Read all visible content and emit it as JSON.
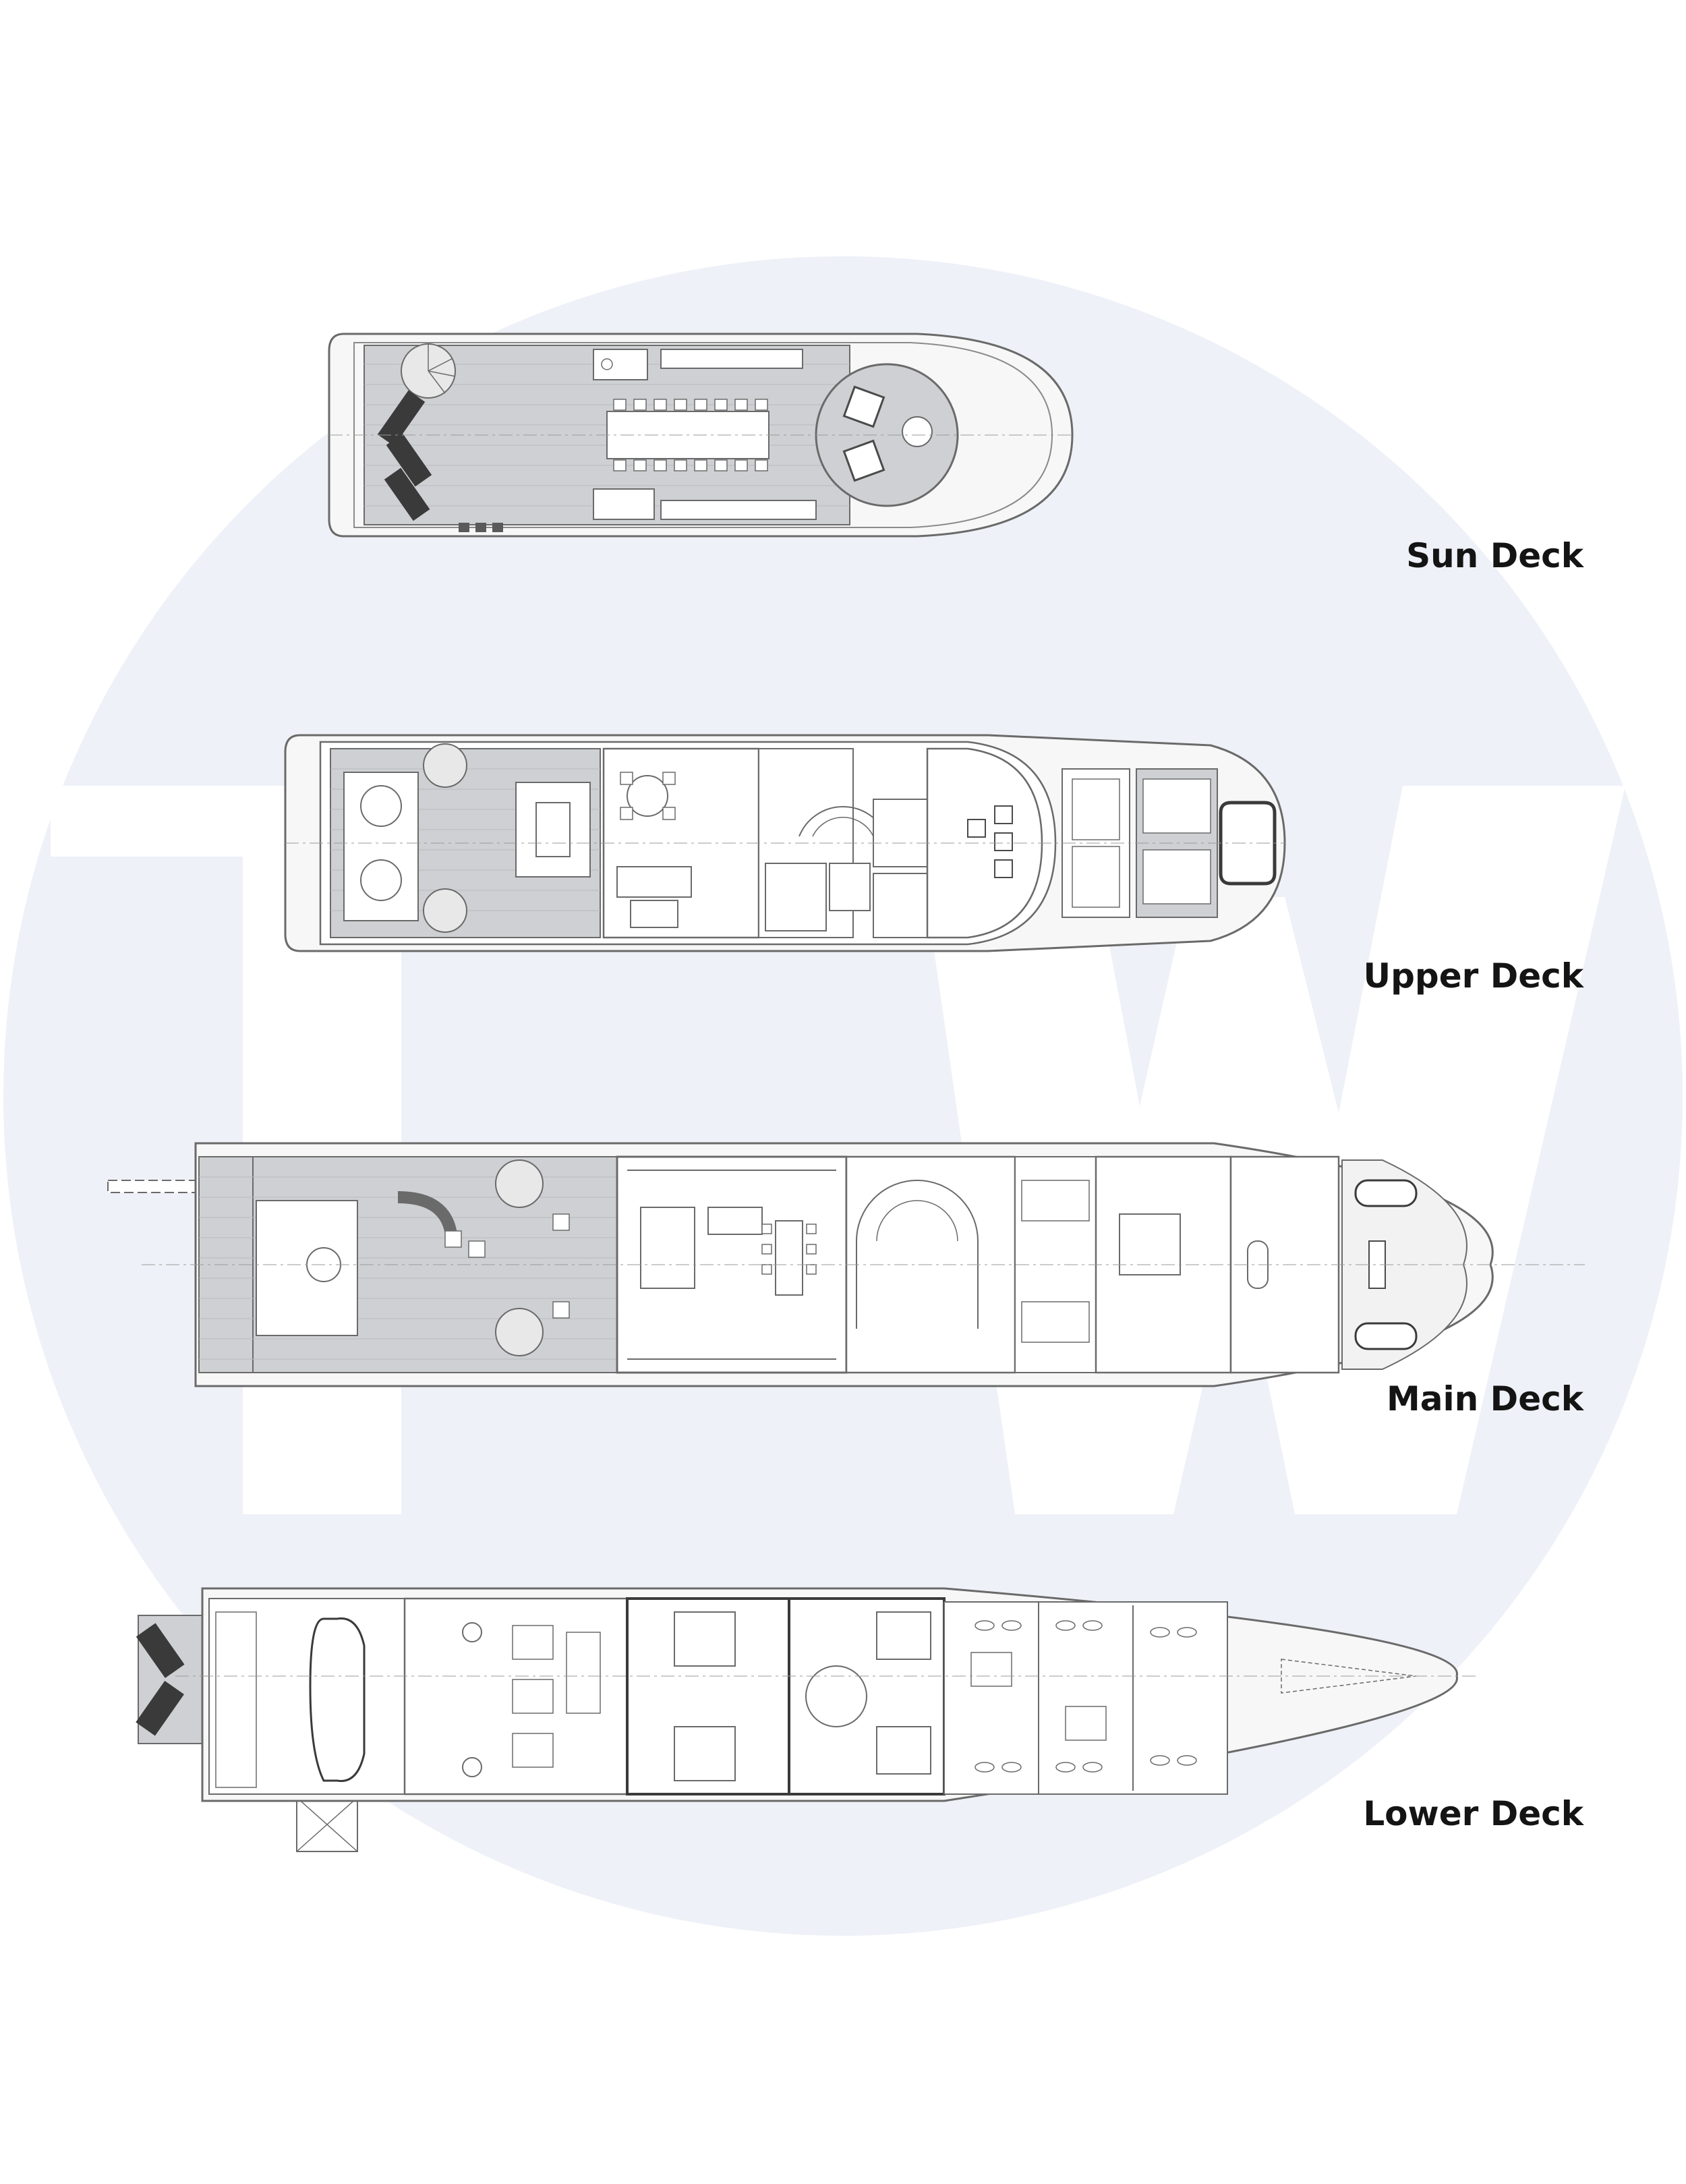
{
  "watermark": {
    "letters": "TW",
    "circle_color": "#eef1f7",
    "letter_color": "#ffffff"
  },
  "decks": [
    {
      "id": "sun",
      "label": "Sun Deck"
    },
    {
      "id": "upper",
      "label": "Upper Deck"
    },
    {
      "id": "main",
      "label": "Main Deck"
    },
    {
      "id": "lower",
      "label": "Lower Deck"
    }
  ],
  "colors": {
    "line": "#6a6a6a",
    "deck_fill": "#cfd0d3",
    "hull_fill": "#f7f7f7"
  }
}
